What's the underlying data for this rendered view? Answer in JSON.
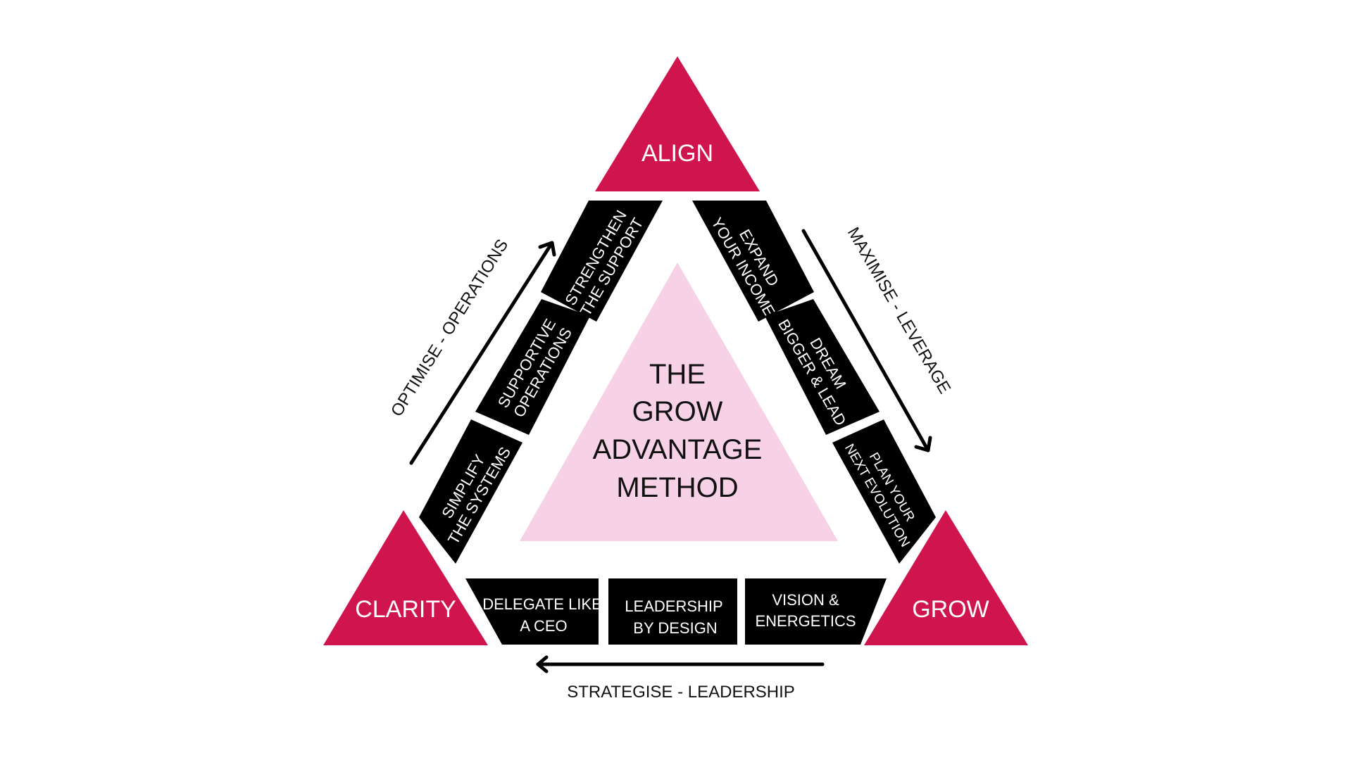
{
  "diagram": {
    "title_lines": [
      "THE",
      "GROW",
      "ADVANTAGE",
      "METHOD"
    ],
    "corners": {
      "top": "ALIGN",
      "bottom_left": "CLARITY",
      "bottom_right": "GROW"
    },
    "left_side": {
      "label": "OPTIMISE - OPERATIONS",
      "arrow_direction": "up",
      "boxes": [
        {
          "lines": [
            "STRENGTHEN",
            "THE SUPPORT"
          ]
        },
        {
          "lines": [
            "SUPPORTIVE",
            "OPERATIONS"
          ]
        },
        {
          "lines": [
            "SIMPLIFY",
            "THE SYSTEMS"
          ]
        }
      ]
    },
    "right_side": {
      "label": "MAXIMISE - LEVERAGE",
      "arrow_direction": "down",
      "boxes": [
        {
          "lines": [
            "EXPAND",
            "YOUR INCOME"
          ]
        },
        {
          "lines": [
            "DREAM",
            "BIGGER & LEAD"
          ]
        },
        {
          "lines": [
            "PLAN YOUR",
            "NEXT EVOLUTION"
          ]
        }
      ]
    },
    "bottom_side": {
      "label": "STRATEGISE - LEADERSHIP",
      "arrow_direction": "left",
      "boxes": [
        {
          "lines": [
            "DELEGATE LIKE",
            "A CEO"
          ]
        },
        {
          "lines": [
            "LEADERSHIP",
            "BY DESIGN"
          ]
        },
        {
          "lines": [
            "VISION &",
            "ENERGETICS"
          ]
        }
      ]
    },
    "colors": {
      "accent": "#D0144D",
      "center": "#F7D1E6",
      "box": "#000000"
    }
  }
}
